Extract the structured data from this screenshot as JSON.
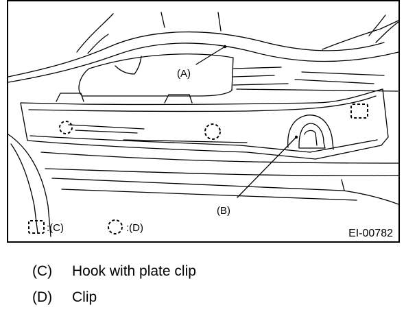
{
  "figure": {
    "figure_id": "EI-00782",
    "callouts": {
      "a": "(A)",
      "b": "(B)"
    },
    "legend_symbols": [
      {
        "symbol": "dashed-square",
        "text": ":(C)"
      },
      {
        "symbol": "dashed-circle",
        "text": ":(D)"
      }
    ]
  },
  "caption": [
    {
      "key": "(C)",
      "text": "Hook with plate clip"
    },
    {
      "key": "(D)",
      "text": "Clip"
    }
  ]
}
